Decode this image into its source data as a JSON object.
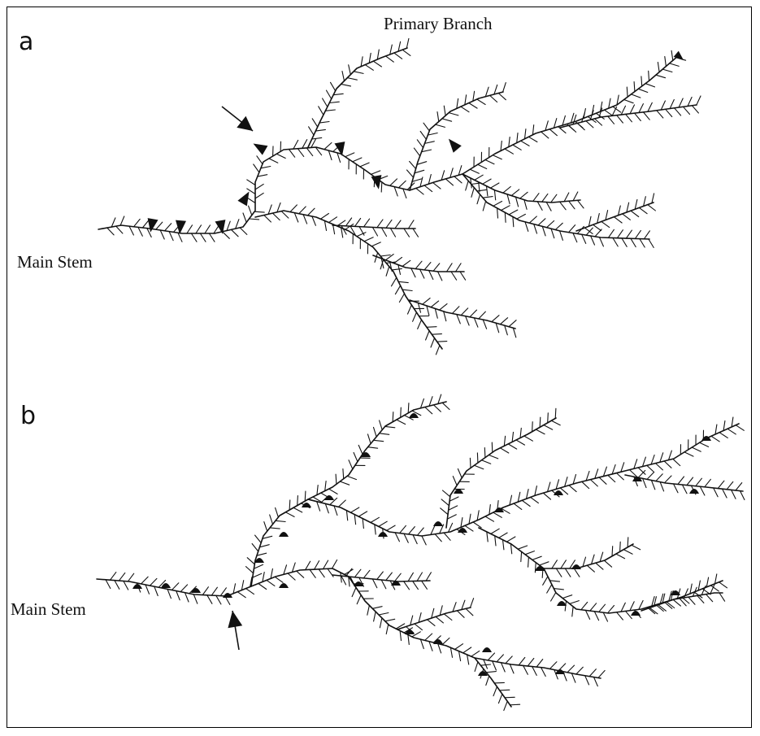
{
  "panels": [
    {
      "letter": "a",
      "main_stem_label": "Main Stem",
      "primary_branch_label": "Primary Branch"
    },
    {
      "letter": "b",
      "main_stem_label": "Main Stem"
    }
  ],
  "colors": {
    "ink": "#111111",
    "background": "#ffffff"
  }
}
